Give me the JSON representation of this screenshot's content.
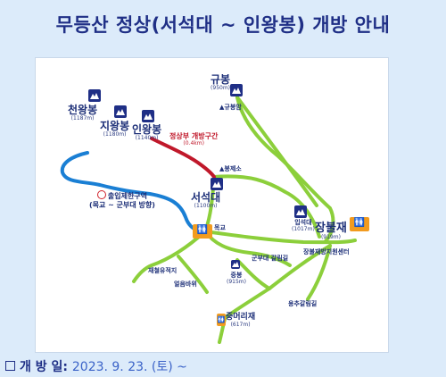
{
  "title": "무등산 정상(서석대 ~ 인왕봉) 개방 안내",
  "peaks": {
    "chunwang": {
      "name": "천왕봉",
      "elev": "(1187m)"
    },
    "jiwang": {
      "name": "지왕봉",
      "elev": "(1180m)"
    },
    "inwang": {
      "name": "인왕봉",
      "elev": "(1140m)"
    },
    "gyu": {
      "name": "규봉",
      "elev": "(950m)"
    },
    "seoseok": {
      "name": "서석대",
      "elev": "(1100m)"
    },
    "ipseok": {
      "name": "입석대",
      "elev": "(1017m)"
    },
    "jungbong": {
      "name": "중봉",
      "elev": "(915m)"
    },
    "jangbul": {
      "name": "장불재",
      "elev": "(919m)"
    },
    "jungmeori": {
      "name": "중머리재",
      "elev": "(617m)"
    }
  },
  "open_section": {
    "label": "정상부 개방구간",
    "length": "(0.4km)"
  },
  "restricted": {
    "line1": "출입제한구역",
    "line2": "(목교 ~ 군부대 방향)"
  },
  "places": {
    "gyubongam": "규봉암",
    "bongjeso": "봉제소",
    "mokgyo": "목교",
    "gunbudae": "군부대 갈림길",
    "jeolgeol": "재철유적지",
    "eoreum": "얼음바위",
    "jangbul_center": "장불재방지원센터",
    "yongchu": "용추갈림길"
  },
  "footer": {
    "label": "개 방 일:",
    "date": "2023. 9. 23. (토) ~"
  },
  "colors": {
    "trail": "#8ccf3b",
    "open": "#c0182a",
    "restricted": "#1a7fd4",
    "peak_icon": "#1f2f86",
    "toilet": "#f29b1f"
  }
}
